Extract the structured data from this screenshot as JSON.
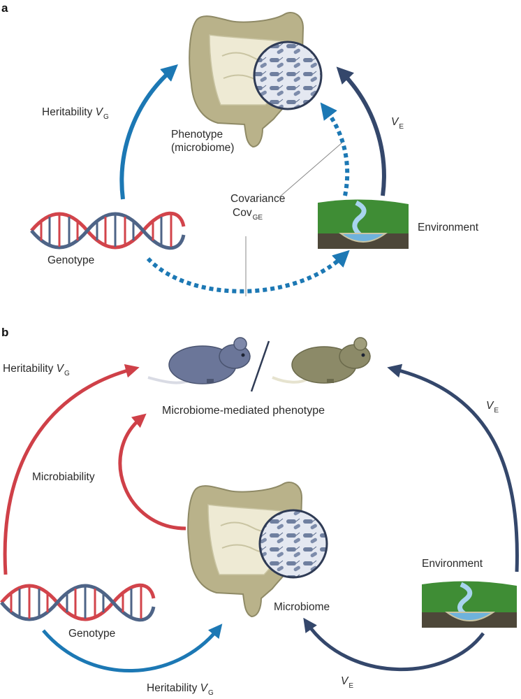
{
  "panel_a": {
    "letter": "a",
    "heritability_label": "Heritability",
    "heritability_symbol": "V",
    "heritability_subscript": "G",
    "phenotype_line1": "Phenotype",
    "phenotype_line2": "(microbiome)",
    "ve_symbol": "V",
    "ve_subscript": "E",
    "covariance_line1": "Covariance",
    "covariance_line2": "Cov",
    "covariance_subscript": "GE",
    "environment_label": "Environment",
    "genotype_label": "Genotype"
  },
  "panel_b": {
    "letter": "b",
    "heritability_label": "Heritability",
    "heritability_symbol": "V",
    "heritability_subscript": "G",
    "phenotype_label": "Microbiome-mediated phenotype",
    "ve_symbol": "V",
    "ve_subscript": "E",
    "microbiability_label": "Microbiability",
    "environment_label": "Environment",
    "microbiome_label": "Microbiome",
    "genotype_label": "Genotype",
    "bottom_heritability_label": "Heritability",
    "bottom_heritability_symbol": "V",
    "bottom_heritability_subscript": "G",
    "bottom_ve_symbol": "V",
    "bottom_ve_subscript": "E"
  },
  "colors": {
    "genetic_blue": "#1c78b4",
    "environment_navy": "#34476b",
    "microbiability_red": "#cf4048",
    "dna_red": "#d2444b",
    "dna_blue": "#4e6487",
    "colon": "#b9b28a",
    "grass": "#3f8d35",
    "soil": "#4d4739",
    "water": "#6fb2dc",
    "bacteria": "#6f7f9f",
    "mouse_blue": "#6b7699",
    "mouse_olive": "#8c8a68"
  }
}
